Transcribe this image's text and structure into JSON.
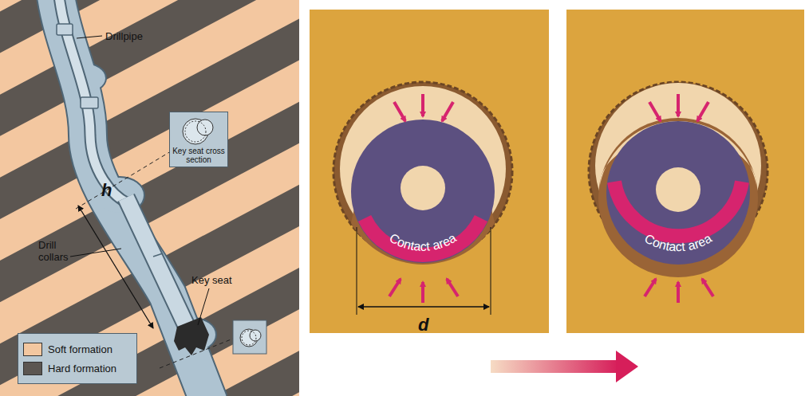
{
  "diagram": {
    "nodes": [
      {
        "text": [
          "Key seat cross section"
        ]
      }
    ],
    "labels": [
      "Drillpipe",
      "Drill collars",
      "h",
      "Key seat",
      "Contact area",
      "d",
      "Contact area"
    ],
    "legend": [
      {
        "text": "Soft formation",
        "color": "#f3c7a0"
      },
      {
        "text": "Hard formation",
        "color": "#5c5651"
      }
    ]
  }
}
